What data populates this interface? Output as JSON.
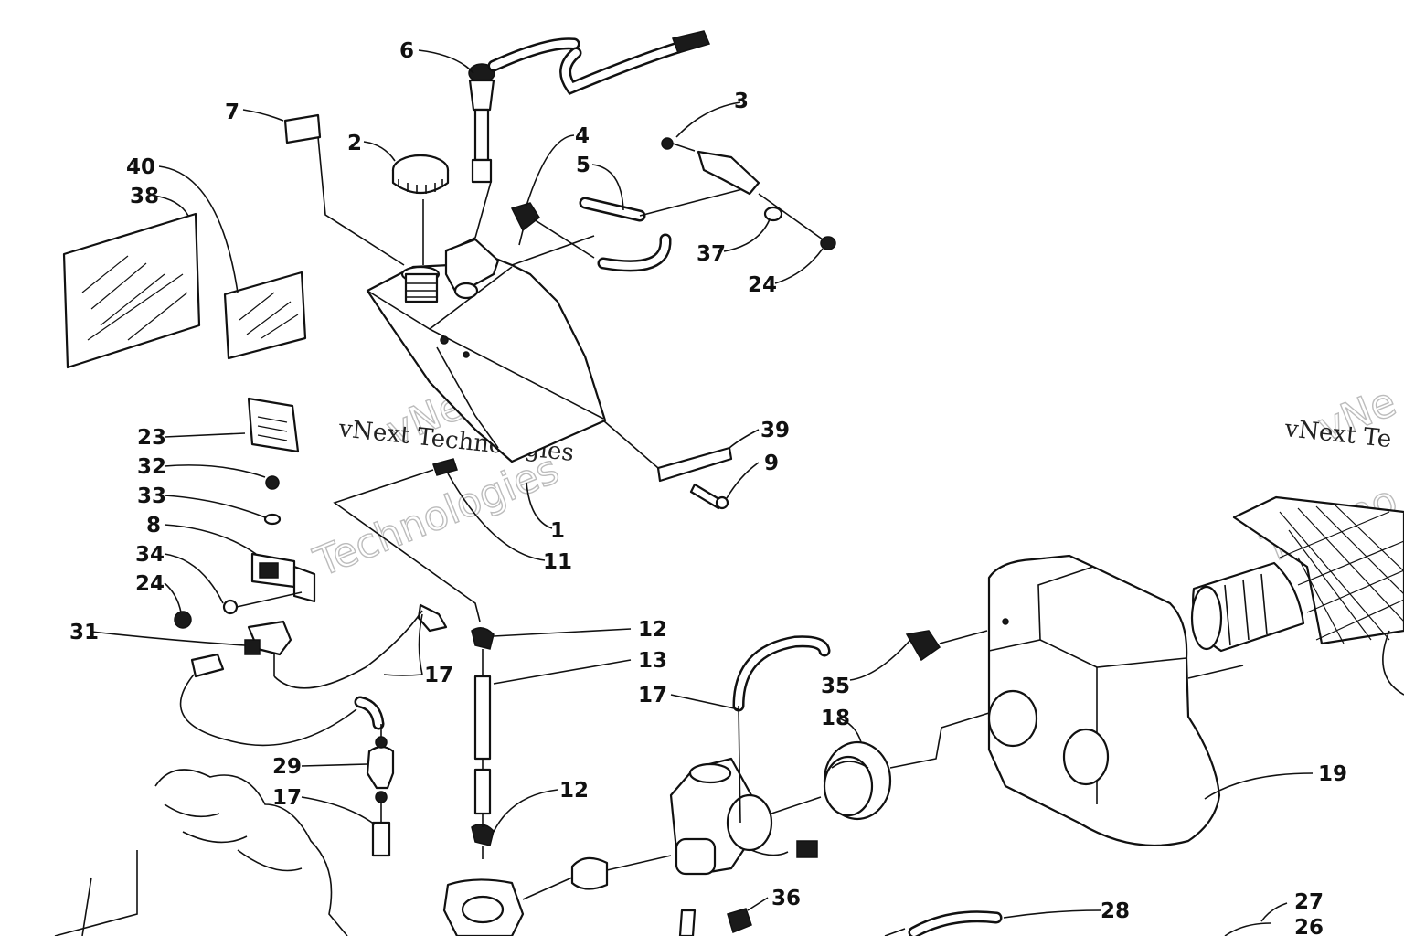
{
  "diagram": {
    "callouts": [
      "1",
      "2",
      "3",
      "4",
      "5",
      "6",
      "7",
      "8",
      "9",
      "11",
      "12",
      "13",
      "17",
      "18",
      "19",
      "23",
      "24",
      "26",
      "27",
      "28",
      "29",
      "31",
      "32",
      "33",
      "34",
      "35",
      "36",
      "37",
      "38",
      "39",
      "40"
    ],
    "watermark": {
      "text": "vNext Technologies",
      "ghost_word_1": "vNext",
      "ghost_word_2": "Technologies",
      "right_text": "vNext Te",
      "right_ghost_1": "vNe",
      "right_ghost_2": "Techno"
    }
  },
  "colors": {
    "ink": "#111111",
    "paper": "#ffffff",
    "ghost": "#bcbcbc"
  }
}
